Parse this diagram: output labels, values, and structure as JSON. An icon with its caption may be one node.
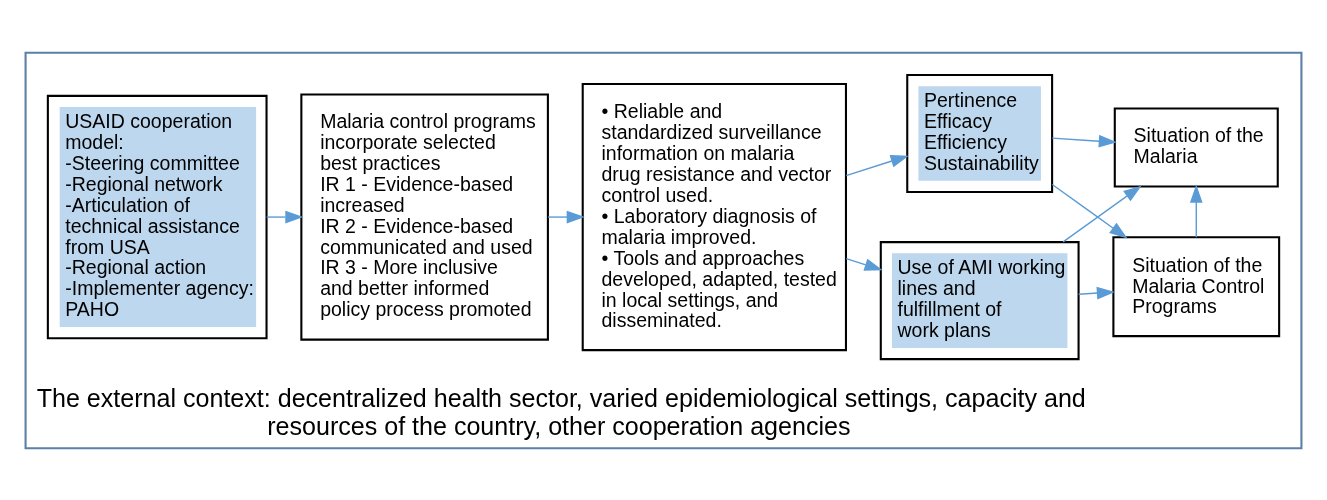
{
  "diagram": {
    "nodes": [
      {
        "text": [
          "The external context: decentralized health sector, varied epidemiological settings, capacity and resources of the country, other cooperation agencies"
        ]
      },
      {
        "text": [
          "USAID cooperation model:",
          "-Steering committee",
          "-Regional network",
          "-Articulation of technical assistance from USA",
          "-Regional action",
          "-Implementer agency: PAHO"
        ],
        "in": 0
      },
      {
        "text": [
          "Malaria control programs incorporate selected best practices",
          "IR 1 - Evidence-based increased",
          "IR 2 - Evidence-based communicated and used",
          "IR 3 - More inclusive and better informed policy process promoted"
        ],
        "in": 0
      },
      {
        "text": [
          "• Reliable and standardized surveillance information on malaria drug resistance and vector control used.",
          "• Laboratory diagnosis of malaria improved.",
          "• Tools and approaches developed, adapted, tested in local settings, and disseminated."
        ],
        "in": 0
      },
      {
        "text": [
          "Use of AMI working lines and fulfillment of work plans"
        ],
        "in": 0
      },
      {
        "text": [
          "Pertinence",
          "Efficacy",
          "Efficiency",
          "Sustainability"
        ],
        "in": 0
      },
      {
        "text": [
          "Situation of the Malaria Control Programs"
        ],
        "in": 0
      },
      {
        "text": [
          "Situation of the Malaria"
        ],
        "in": 0
      }
    ],
    "edges": [
      {
        "from": 1,
        "to": 2,
        "arrow": "to"
      },
      {
        "from": 2,
        "to": 3,
        "arrow": "to"
      },
      {
        "from": 3,
        "to": 4,
        "arrow": "to"
      },
      {
        "from": 3,
        "to": 5,
        "arrow": "to"
      },
      {
        "from": 4,
        "to": 6,
        "arrow": "to"
      },
      {
        "from": 4,
        "to": 7,
        "arrow": "to"
      },
      {
        "from": 5,
        "to": 6,
        "arrow": "to"
      },
      {
        "from": 5,
        "to": 7,
        "arrow": "to"
      },
      {
        "from": 6,
        "to": 7,
        "arrow": "to"
      }
    ]
  }
}
